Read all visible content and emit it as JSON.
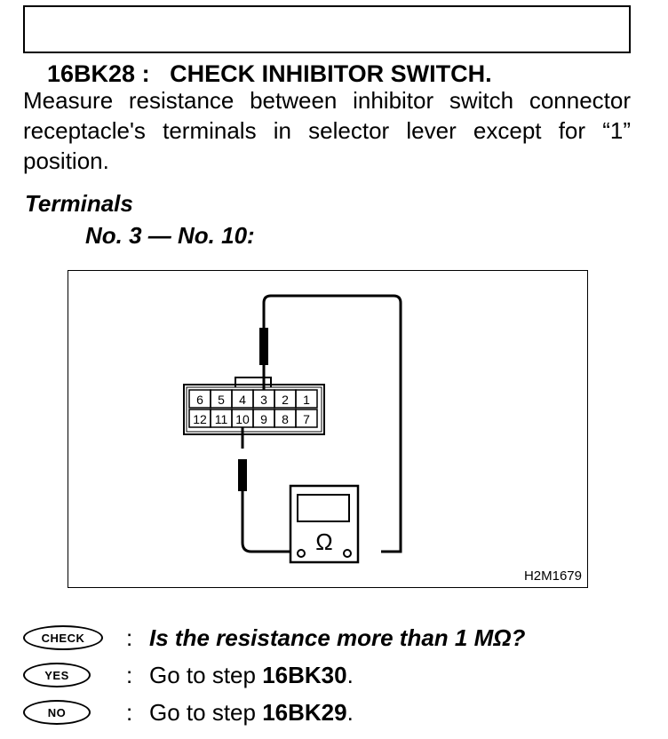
{
  "header": {
    "title": "16BK28 :   CHECK INHIBITOR SWITCH."
  },
  "body": {
    "instruction": "Measure resistance between inhibitor switch connector receptacle's terminals in selector lever except for “1” position."
  },
  "terminals": {
    "heading": "Terminals",
    "pair": "No. 3 — No. 10:"
  },
  "figure": {
    "connector_top_row": [
      "6",
      "5",
      "4",
      "3",
      "2",
      "1"
    ],
    "connector_bottom_row": [
      "12",
      "11",
      "10",
      "9",
      "8",
      "7"
    ],
    "meter_symbol": "Ω",
    "code": "H2M1679"
  },
  "steps": [
    {
      "badge": "CHECK",
      "colon": ":",
      "text": "Is the resistance more than 1 MΩ?"
    },
    {
      "badge": "YES",
      "colon": ":",
      "prefix": "Go to step ",
      "target": "16BK30",
      "suffix": "."
    },
    {
      "badge": "NO",
      "colon": ":",
      "prefix": "Go to step ",
      "target": "16BK29",
      "suffix": "."
    }
  ]
}
